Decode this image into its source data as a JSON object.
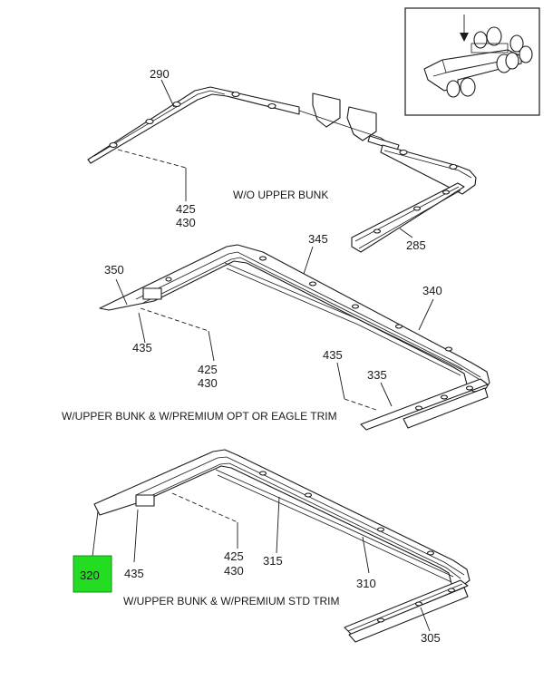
{
  "callouts": {
    "c290": "290",
    "c425a": "425",
    "c430a": "430",
    "c285": "285",
    "c345": "345",
    "c350": "350",
    "c340": "340",
    "c435a": "435",
    "c425b": "425",
    "c430b": "430",
    "c435b": "435",
    "c335": "335",
    "c425c": "425",
    "c430c": "430",
    "c315": "315",
    "c435c": "435",
    "c310": "310",
    "c305": "305",
    "c320": "320"
  },
  "notes": {
    "wo_upper_bunk": "W/O UPPER BUNK",
    "premium_opt": "W/UPPER BUNK & W/PREMIUM OPT OR EAGLE TRIM",
    "premium_std": "W/UPPER BUNK & W/PREMIUM STD TRIM"
  },
  "colors": {
    "highlight": "#22dd22",
    "line": "#1a1a1a"
  },
  "highlighted_callout": "320"
}
